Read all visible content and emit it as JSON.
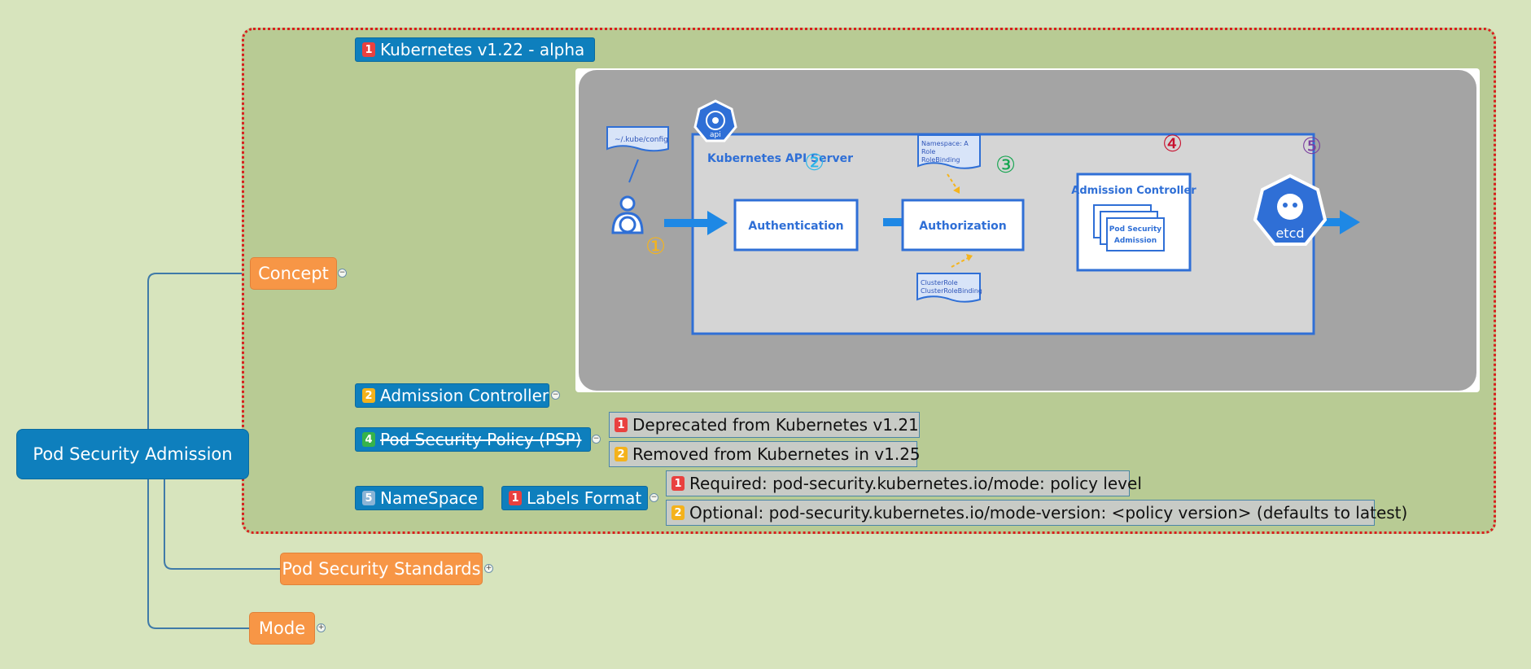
{
  "root": {
    "label": "Pod Security Admission"
  },
  "branches": {
    "concept": {
      "label": "Concept"
    },
    "pod_security_standards": {
      "label": "Pod Security Standards"
    },
    "mode": {
      "label": "Mode"
    }
  },
  "concept_children": [
    {
      "badge": "1",
      "label": "Kubernetes v1.22 -  alpha"
    },
    {
      "badge": "2",
      "label": "Admission Controller"
    },
    {
      "badge": "4",
      "label": "Pod Security Policy (PSP)"
    },
    {
      "badge": "5",
      "label": "NameSpace"
    }
  ],
  "psp_children": [
    {
      "badge": "1",
      "label": "Deprecated  from Kubernetes v1.21"
    },
    {
      "badge": "2",
      "label": "Removed from Kubernetes in v1.25"
    }
  ],
  "namespace_children": [
    {
      "badge": "1",
      "label": "Labels Format"
    }
  ],
  "labels_format_children": [
    {
      "badge": "1",
      "label": "Required: pod-security.kubernetes.io/mode: policy level"
    },
    {
      "badge": "2",
      "label": "Optional: pod-security.kubernetes.io/mode-version: <policy version> (defaults to latest)"
    }
  ],
  "toggle_symbols": {
    "collapse": "−",
    "expand": "+"
  },
  "diagram": {
    "kubeconfig": "~/.kube/config",
    "api_icon_label": "api",
    "api_server_title": "Kubernetes API Server",
    "authentication": "Authentication",
    "authorization": "Authorization",
    "admission_controller": "Admission Controller",
    "pod_security_line1": "Pod Security",
    "pod_security_line2": "Admission",
    "namespace_note": [
      "Namespace: A",
      "Role",
      "RoleBinding"
    ],
    "cluster_note": [
      "ClusterRole",
      "ClusterRoleBinding"
    ],
    "etcd": "etcd",
    "steps": [
      "①",
      "②",
      "③",
      "④",
      "⑤"
    ]
  },
  "colors": {
    "background": "#d7e4bd",
    "boundary_fill": "#b8cb94",
    "boundary_border": "#d8201e",
    "topic_blue": "#0e7fbd",
    "topic_orange": "#f79646",
    "arrow_blue": "#1e88e5",
    "step1": "#f5b41c",
    "step2": "#29b5e8",
    "step3": "#15a550",
    "step4": "#c8102e",
    "step5": "#7b3fa0"
  },
  "icons": [
    "user-icon",
    "kubernetes-api-icon",
    "etcd-icon"
  ]
}
